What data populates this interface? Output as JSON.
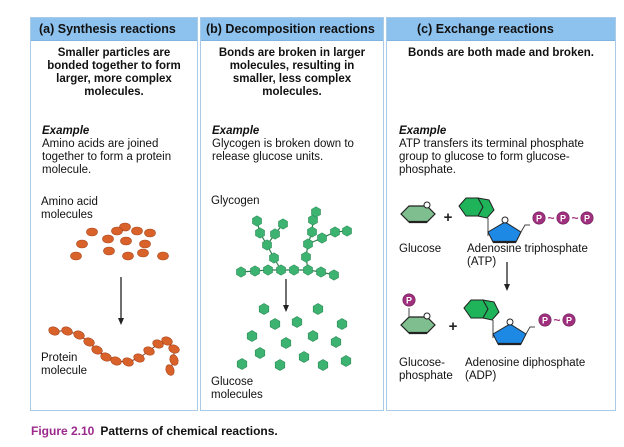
{
  "panels": [
    {
      "id": "synthesis",
      "header": "(a) Synthesis reactions",
      "description": [
        "Smaller particles are",
        "bonded together to form",
        "larger, more complex",
        "molecules."
      ],
      "example_title": "Example",
      "example_text": [
        "Amino acids are joined",
        "together to form a protein",
        "molecule."
      ],
      "labels": {
        "reactants": [
          "Amino acid",
          "molecules"
        ],
        "product": [
          "Protein",
          "molecule"
        ]
      }
    },
    {
      "id": "decomposition",
      "header": "(b) Decomposition reactions",
      "description": [
        "Bonds are broken in larger",
        "molecules, resulting in",
        "smaller, less complex",
        "molecules."
      ],
      "example_title": "Example",
      "example_text": [
        "Glycogen is broken down to",
        "release glucose units."
      ],
      "labels": {
        "reactant": "Glycogen",
        "product": [
          "Glucose",
          "molecules"
        ]
      }
    },
    {
      "id": "exchange",
      "header": "(c) Exchange reactions",
      "description": [
        "Bonds are both made and broken."
      ],
      "example_title": "Example",
      "example_text": [
        "ATP transfers its terminal phosphate",
        "group to glucose to form glucose-",
        "phosphate."
      ],
      "labels": {
        "glucose": "Glucose",
        "atp": [
          "Adenosine triphosphate",
          "(ATP)"
        ],
        "glucose_phosphate": [
          "Glucose-",
          "phosphate"
        ],
        "adp": [
          "Adenosine diphosphate",
          "(ADP)"
        ],
        "plus": "+",
        "phosphate_symbol": "P",
        "high_energy_bond": "~",
        "ring_oxygen": "O"
      }
    }
  ],
  "caption": {
    "figure_number": "Figure 2.10",
    "title": "Patterns of chemical reactions."
  },
  "colors": {
    "header_bg": "#8ec2ee",
    "panel_border": "#a9cbe8",
    "amino_acid": "#d9622b",
    "glucose_unit": "#3cb371",
    "glucose_ring": "#7fbf8f",
    "adenine": "#1fb35a",
    "ribose": "#1e88e5",
    "phosphate": "#a0307e",
    "caption_accent": "#9b2a8a"
  }
}
